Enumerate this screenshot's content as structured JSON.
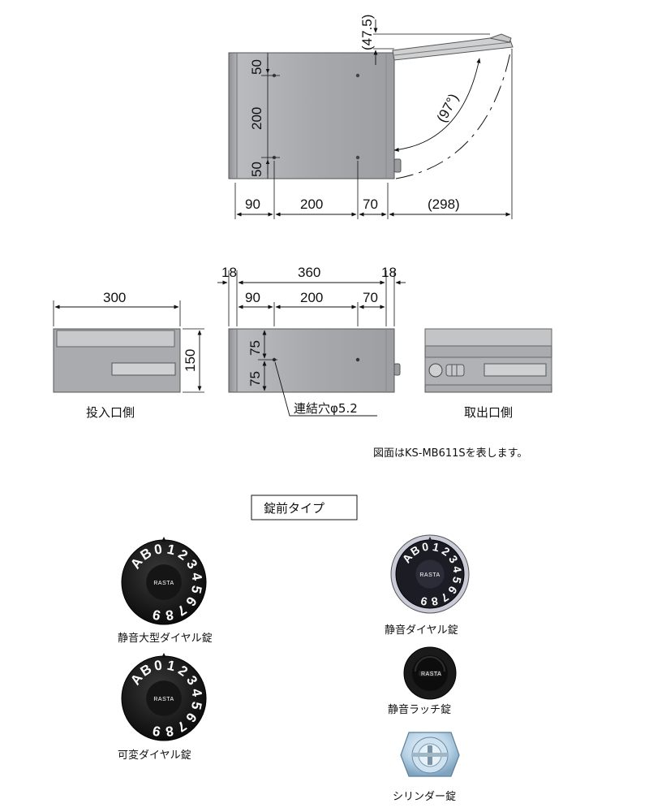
{
  "top_view": {
    "dim_47_5": "(47.5)",
    "dim_97": "(97°)",
    "vert_50_top": "50",
    "vert_200": "200",
    "vert_50_bottom": "50",
    "horiz_90": "90",
    "horiz_200": "200",
    "horiz_70": "70",
    "horiz_298": "(298)"
  },
  "middle_views": {
    "dim_300": "300",
    "dim_150": "150",
    "dim_18_left": "18",
    "dim_360": "360",
    "dim_18_right": "18",
    "dim_90": "90",
    "dim_200": "200",
    "dim_70": "70",
    "dim_75_top": "75",
    "dim_75_bottom": "75",
    "label_insert_side": "投入口側",
    "label_hole": "連結穴φ5.2",
    "label_takeout_side": "取出口側",
    "note": "図面はKS-MB611Sを表します。"
  },
  "lock_types": {
    "heading": "錠前タイプ",
    "brand": "RASTA",
    "dial_digits": [
      "A",
      "B",
      "0",
      "1",
      "2",
      "3",
      "4",
      "5",
      "6",
      "7",
      "8",
      "9"
    ],
    "items": [
      {
        "label": "静音大型ダイヤル錠",
        "icon": "large-dial-lock"
      },
      {
        "label": "可変ダイヤル錠",
        "icon": "variable-dial-lock"
      },
      {
        "label": "静音ダイヤル錠",
        "icon": "silent-dial-lock"
      },
      {
        "label": "静音ラッチ錠",
        "icon": "latch-lock"
      },
      {
        "label": "シリンダー錠",
        "icon": "cylinder-lock"
      }
    ]
  }
}
